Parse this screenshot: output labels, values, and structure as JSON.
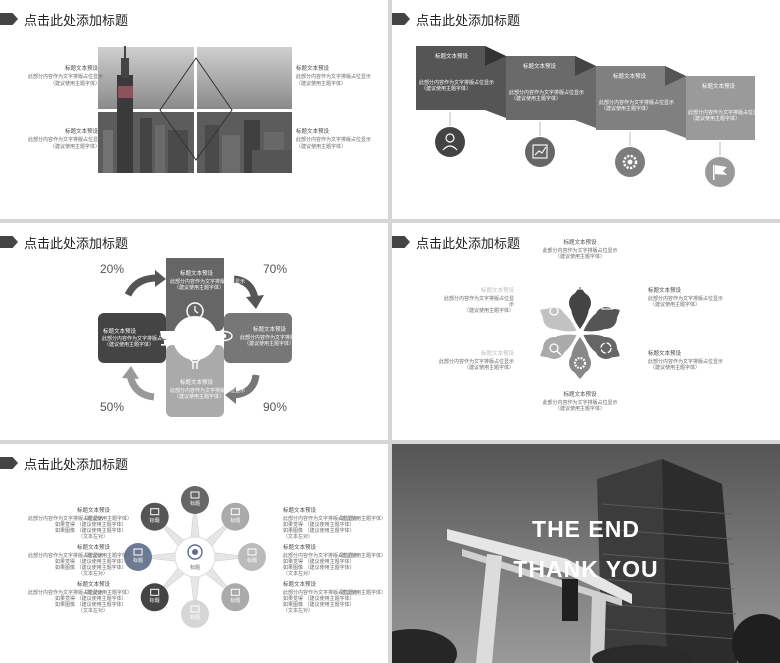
{
  "slide_title": "点击此处添加标题",
  "heading": "标题文本预设",
  "body_line1": "此部分内容作为文字排版占位显示",
  "body_line2": "（建议使用主题字体）",
  "body_wrap1": "此部分内容作为文字排版占位显",
  "body_wrap2": "示",
  "hub_label": "标题",
  "hub_body": {
    "col1_a": "此部分内容作为文字排版占位显示",
    "col1_b": "（建议使用主题字体）",
    "col2_a": "如果觉得",
    "col2_b": "如果图像",
    "col3_a": "如果觉得 （建议使用主题字体）",
    "col3_b": "如果图像 （建议使用主题字体）",
    "col4": "（文本左对）",
    "col5": "如果觉得",
    "col6": "中调整"
  },
  "percents": [
    "20%",
    "70%",
    "50%",
    "90%"
  ],
  "end_line1": "THE END",
  "end_line2": "THANK YOU",
  "colors": {
    "dark": "#444444",
    "mid": "#777777",
    "light": "#aaaaaa",
    "accent_blue": "#6d7a93"
  }
}
